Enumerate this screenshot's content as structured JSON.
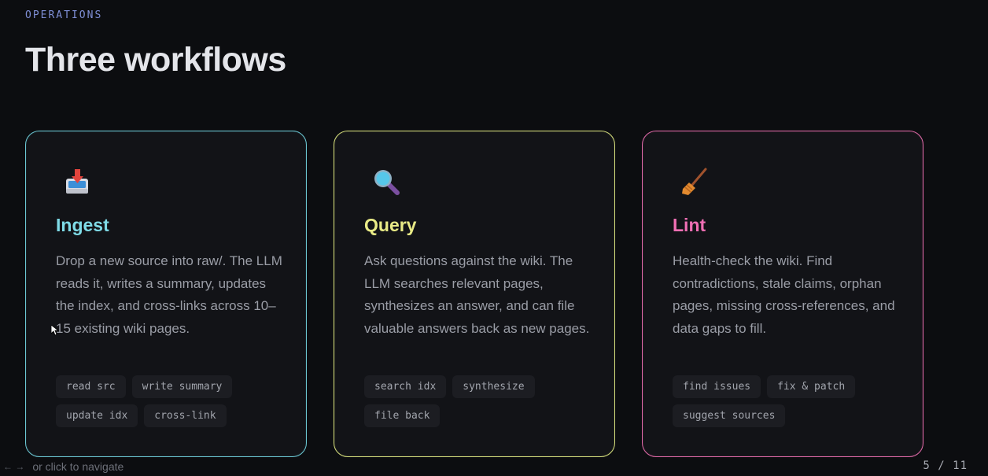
{
  "header": {
    "eyebrow": "OPERATIONS",
    "title": "Three workflows"
  },
  "cards": [
    {
      "icon": "inbox-tray-icon",
      "title": "Ingest",
      "accent": "#7fdbe7",
      "description": "Drop a new source into raw/. The LLM reads it, writes a summary, updates the index, and cross-links across 10–15 existing wiki pages.",
      "tags": [
        "read src",
        "write summary",
        "update idx",
        "cross-link"
      ]
    },
    {
      "icon": "magnifying-glass-icon",
      "title": "Query",
      "accent": "#e8ea86",
      "description": "Ask questions against the wiki. The LLM searches relevant pages, synthesizes an answer, and can file valuable answers back as new pages.",
      "tags": [
        "search idx",
        "synthesize",
        "file back"
      ]
    },
    {
      "icon": "broom-icon",
      "title": "Lint",
      "accent": "#f06fb4",
      "description": "Health-check the wiki. Find contradictions, stale claims, orphan pages, missing cross-references, and data gaps to fill.",
      "tags": [
        "find issues",
        "fix & patch",
        "suggest sources"
      ]
    }
  ],
  "footer": {
    "arrows": "← →",
    "hint": "or click to navigate",
    "page_counter": "5 / 11"
  }
}
